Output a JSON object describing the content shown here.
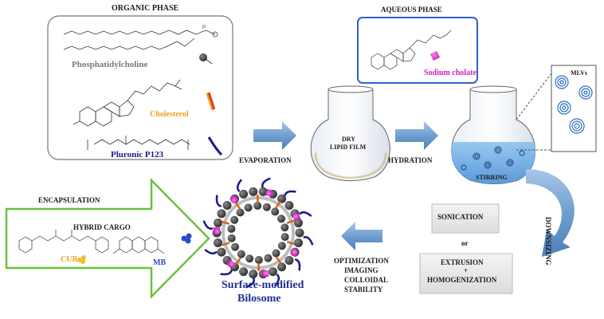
{
  "organic_phase": {
    "title": "ORGANIC PHASE",
    "phosphatidylcholine": "Phosphatidylcholine",
    "cholesterol": "Cholesterol",
    "pluronic": "Pluronic P123"
  },
  "aqueous_phase": {
    "title": "AQUEOUS PHASE",
    "sodium_cholate": "Sodium cholate"
  },
  "steps": {
    "evaporation": "EVAPORATION",
    "dry_film_line1": "DRY",
    "dry_film_line2": "LIPID FILM",
    "hydration": "HYDRATION",
    "stirring": "STIRRING",
    "mlvs": "MLVs",
    "downsizing": "DOWNSIZING",
    "sonication": "SONICATION",
    "or": "or",
    "extrusion": "EXTRUSION",
    "plus": "+",
    "homogenization": "HOMOGENIZATION",
    "optimization": "OPTIMIZATION",
    "imaging": "IMAGING",
    "colloidal": "COLLOIDAL",
    "stability": "STABILITY"
  },
  "encapsulation": {
    "title": "ENCAPSULATION",
    "hybrid_cargo": "HYBRID CARGO",
    "cur": "CUR",
    "mb": "MB"
  },
  "result": {
    "line1": "Surface-modified",
    "line2": "Bilosome"
  },
  "colors": {
    "cholesterol_text": "#f0a020",
    "pluronic_text": "#1a1a8c",
    "sodium_cholate_text": "#d020c0",
    "mb_text": "#2a4bd0",
    "cur_text": "#f0a020",
    "arrow_blue": "#6f9fd0",
    "encaps_border": "#6cc040",
    "aqueous_border": "#3060d0",
    "bilosome_text": "#1f2f8f"
  }
}
